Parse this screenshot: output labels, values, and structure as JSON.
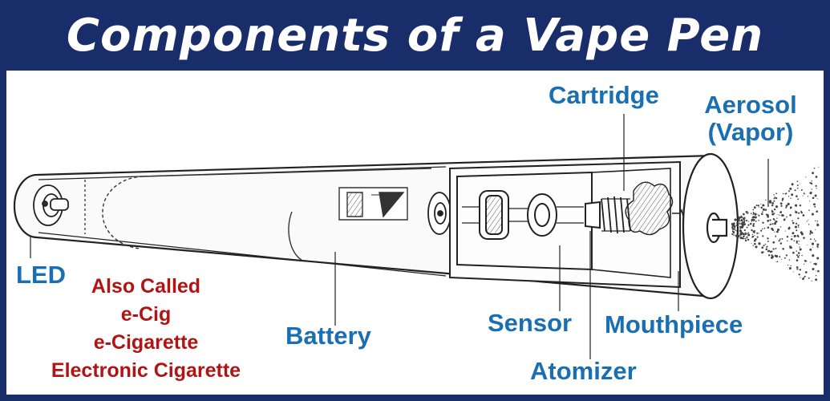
{
  "title": "Components of a Vape Pen",
  "labels": {
    "led": "LED",
    "battery": "Battery",
    "sensor": "Sensor",
    "atomizer": "Atomizer",
    "cartridge": "Cartridge",
    "mouthpiece": "Mouthpiece",
    "aerosol_line1": "Aerosol",
    "aerosol_line2": "(Vapor)"
  },
  "also_called": {
    "heading": "Also Called",
    "names": [
      "e-Cig",
      "e-Cigarette",
      "Electronic Cigarette"
    ]
  },
  "colors": {
    "frame": "#1a2d6b",
    "label_blue": "#1a6fb3",
    "label_red": "#b01414",
    "title_text": "#ffffff"
  }
}
